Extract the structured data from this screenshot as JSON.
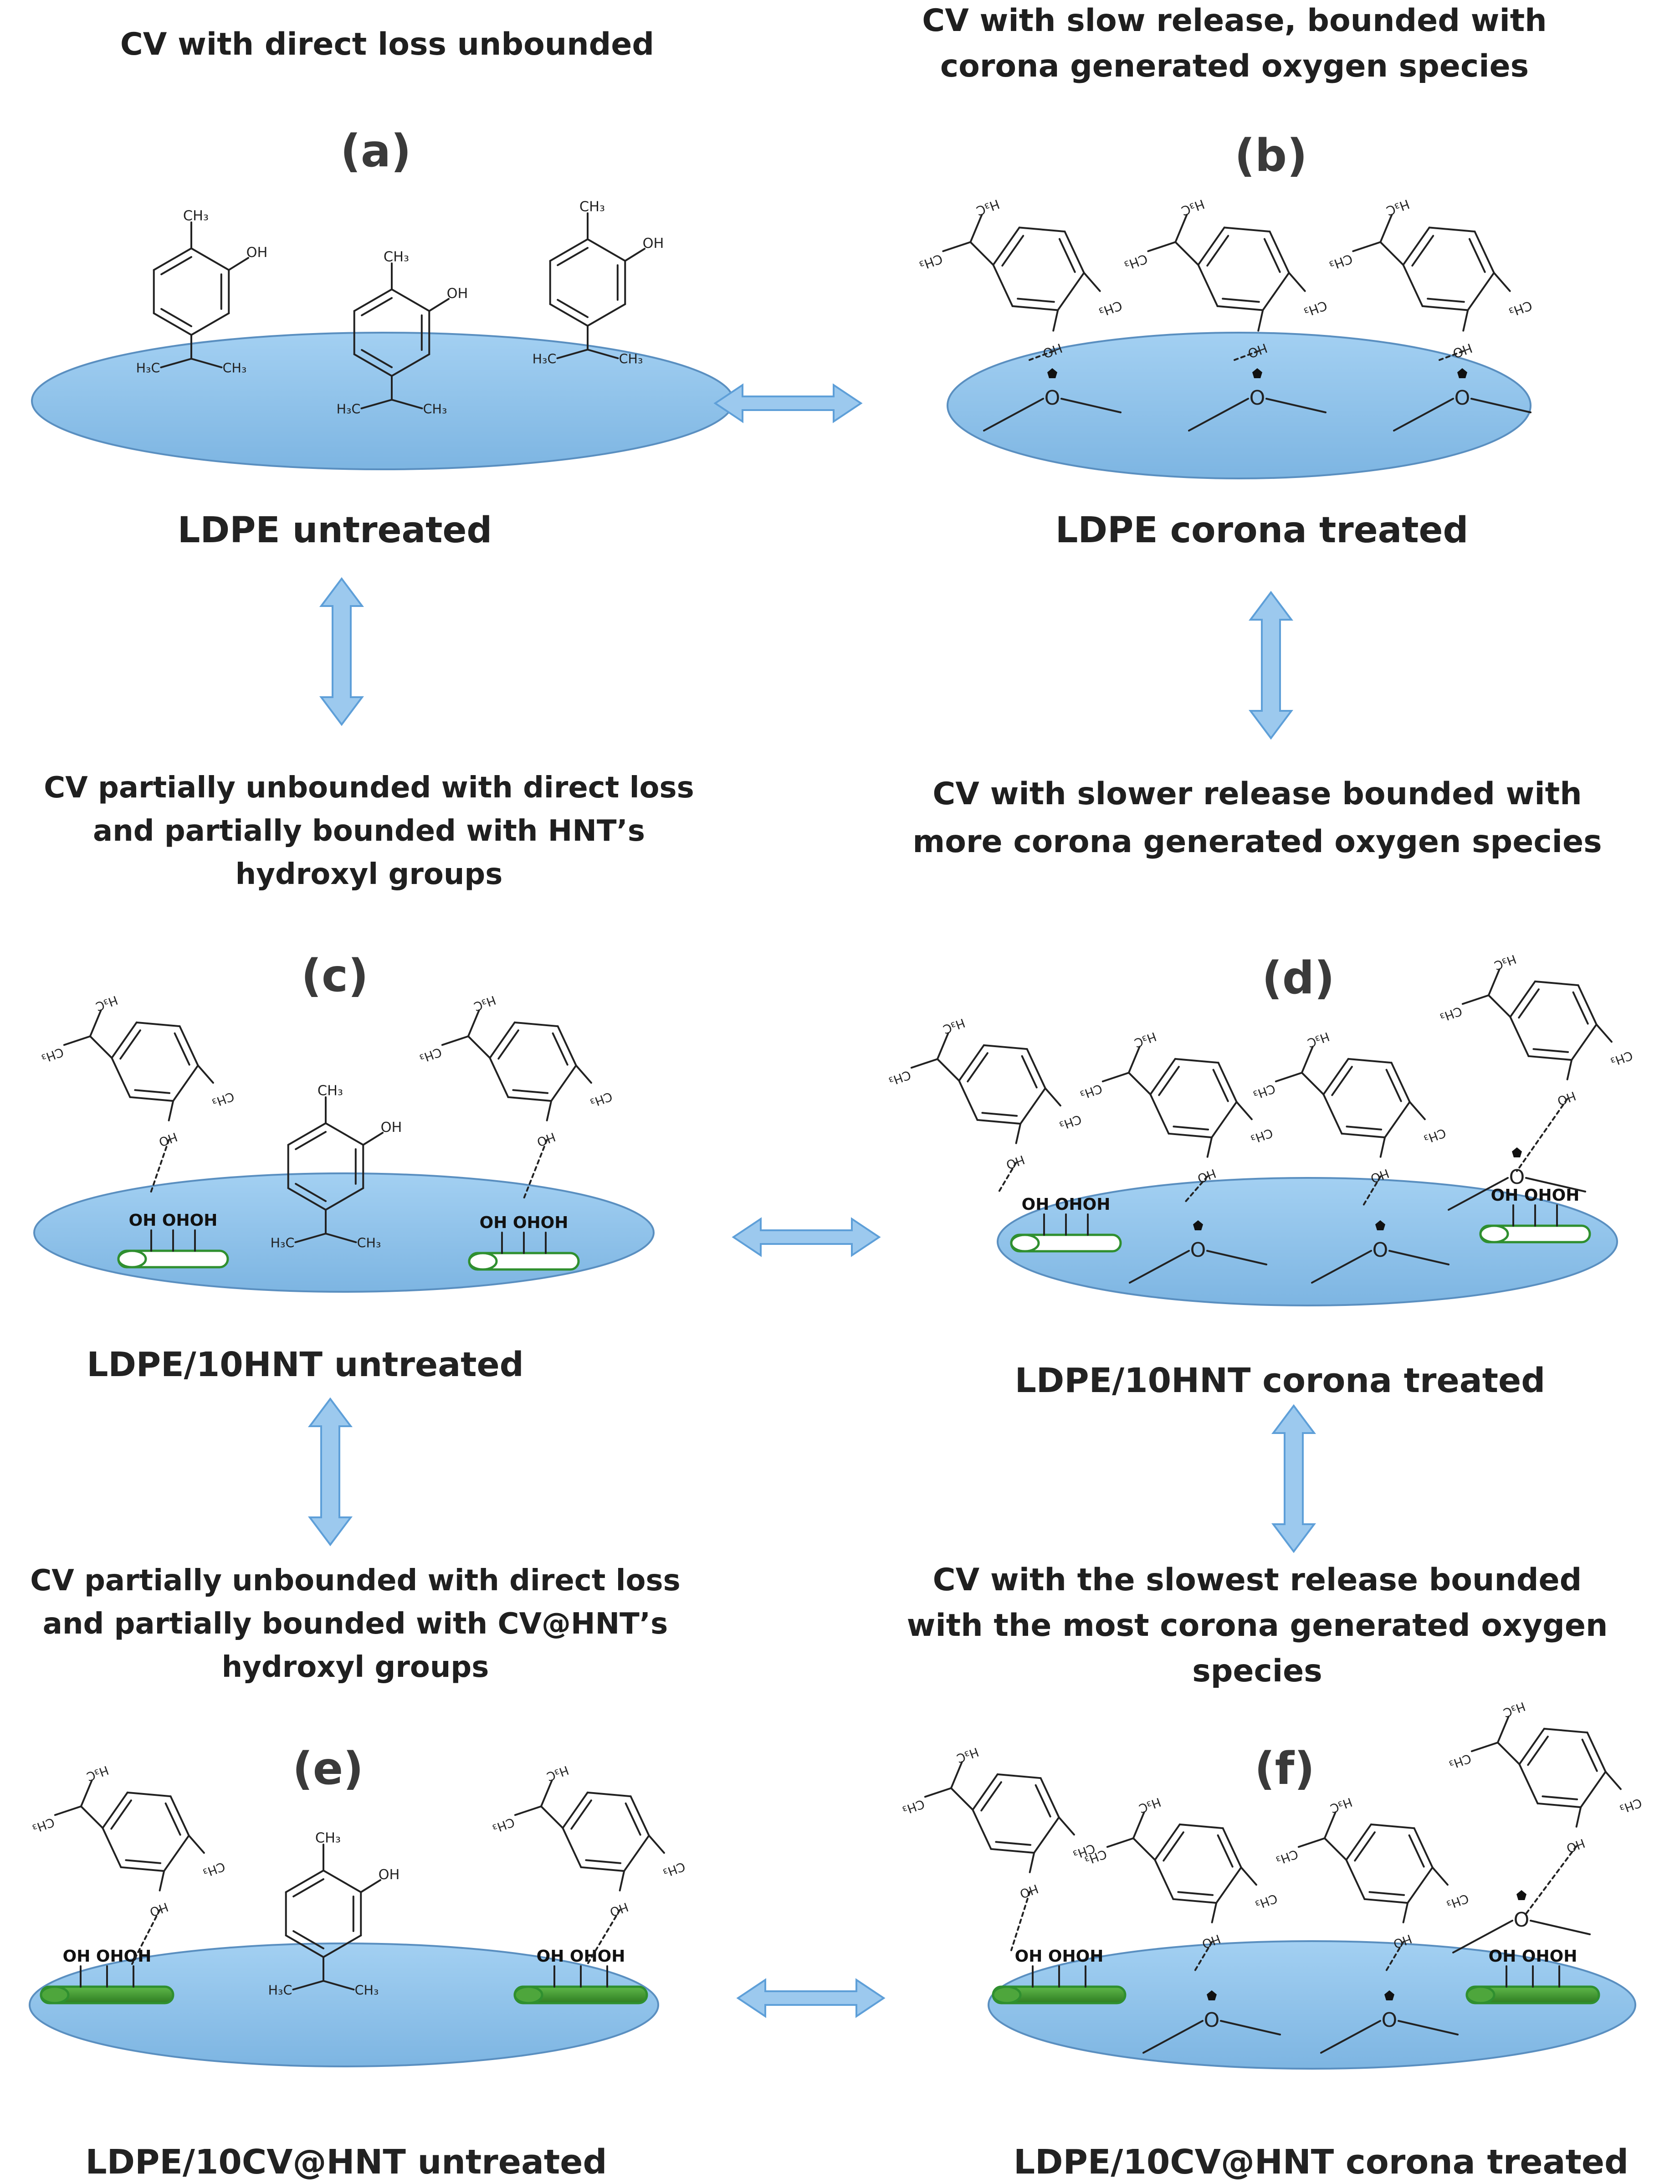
{
  "panels": [
    {
      "id": "a",
      "letter": "(a)",
      "caption_lines": [
        "CV with direct loss unbounded"
      ],
      "label": "LDPE untreated"
    },
    {
      "id": "b",
      "letter": "(b)",
      "caption_lines": [
        "CV with slow release, bounded with",
        "corona generated oxygen species"
      ],
      "label": "LDPE corona treated"
    },
    {
      "id": "c",
      "letter": "(c)",
      "caption_lines": [
        "CV partially unbounded with direct loss",
        "and partially bounded with HNT’s",
        "hydroxyl groups"
      ],
      "label": "LDPE/10HNT untreated"
    },
    {
      "id": "d",
      "letter": "(d)",
      "caption_lines": [
        "CV with slower release bounded with",
        "more corona generated oxygen species"
      ],
      "label": "LDPE/10HNT corona treated"
    },
    {
      "id": "e",
      "letter": "(e)",
      "caption_lines": [
        "CV partially unbounded with direct loss",
        "and partially bounded with CV@HNT’s",
        "hydroxyl groups"
      ],
      "label": "LDPE/10CV@HNT untreated"
    },
    {
      "id": "f",
      "letter": "(f)",
      "caption_lines": [
        "CV with the slowest release bounded",
        "with the most corona generated oxygen",
        "species"
      ],
      "label": "LDPE/10CV@HNT corona treated"
    }
  ],
  "chem": {
    "ch3": "CH₃",
    "oh": "OH",
    "ho": "HO",
    "h3c": "H₃C",
    "o": "O",
    "ohohoh": "OH OHOH"
  },
  "colors": {
    "ellipse_fill": "#8ec3ea",
    "ellipse_stroke": "#5a8fc0",
    "arrow_fill": "#9cc9ee",
    "arrow_stroke": "#5e9fd8",
    "hnt_fill_untreated": "#ffffff",
    "hnt_stroke": "#2f8f2f",
    "hnt_fill_cv": "#3f9a2e"
  }
}
